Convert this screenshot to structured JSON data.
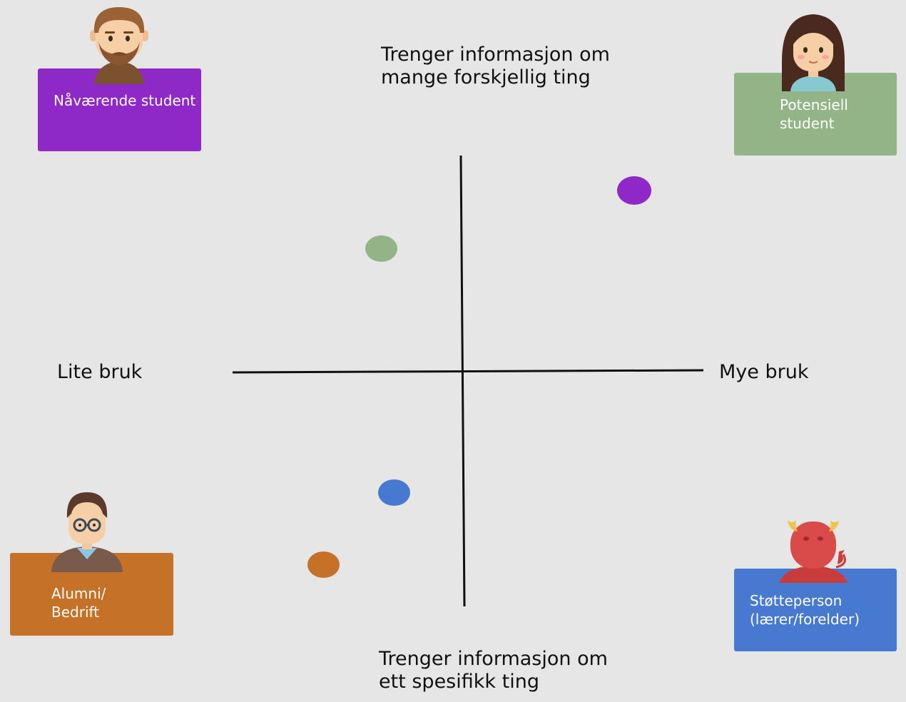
{
  "axes": {
    "top_label": "Trenger informasjon om\nmange forskjellig ting",
    "bottom_label": "Trenger informasjon om\nett spesifikk ting",
    "left_label": "Lite bruk",
    "right_label": "Mye bruk"
  },
  "personas": {
    "current_student": {
      "label": "Nåværende student",
      "color": "#8e29c7",
      "avatar": "bearded-man-avatar"
    },
    "potential_student": {
      "label": "Potensiell\nstudent",
      "color": "#93b486",
      "avatar": "woman-avatar"
    },
    "alumni": {
      "label": "Alumni/\nBedrift",
      "color": "#c57127",
      "avatar": "man-with-glasses-avatar"
    },
    "support": {
      "label": "Støtteperson\n(lærer/forelder)",
      "color": "#4779d1",
      "avatar": "devil-avatar"
    }
  },
  "markers": {
    "current_student": {
      "color": "#8e29c7"
    },
    "potential_student": {
      "color": "#93b486"
    },
    "alumni": {
      "color": "#c57127"
    },
    "support": {
      "color": "#4779d1"
    }
  }
}
